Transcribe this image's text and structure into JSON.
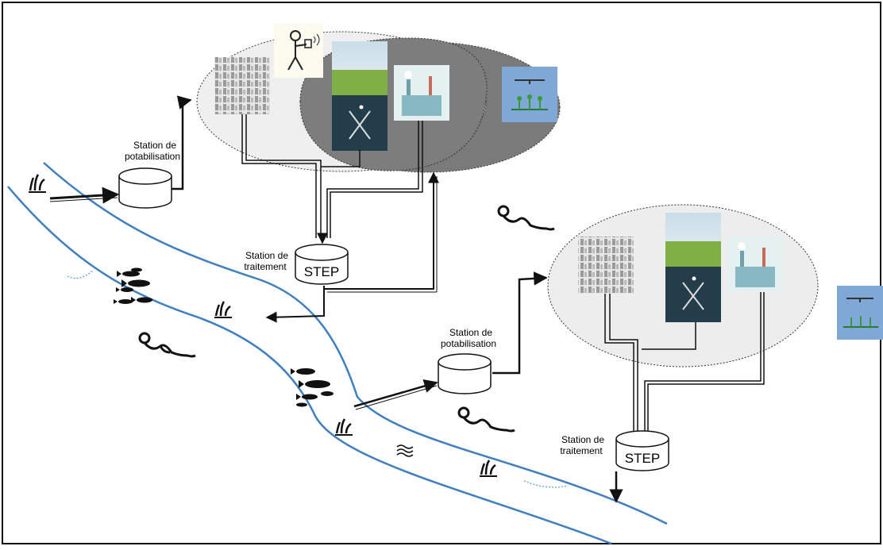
{
  "stations": {
    "potab_1": [
      "Station de",
      "potabilisation"
    ],
    "step_1_label": [
      "Station de",
      "traitement"
    ],
    "step_1_tank": "STEP",
    "potab_2": [
      "Station de",
      "potabilisation"
    ],
    "step_2_label": [
      "Station de",
      "traitement"
    ],
    "step_2_tank": "STEP"
  },
  "colors": {
    "river": "#3f7fbf",
    "dark_ellipse": "#7a7a7a",
    "light_ellipse": "#efefef",
    "irrigation_tile": "#7fa8d6",
    "golf_dark": "#243d4a"
  },
  "icons": [
    "aquatic-plant-icon",
    "fish-school-icon",
    "swimmer-icon",
    "wave-icon",
    "city-icon",
    "golf-course-icon",
    "factory-icon",
    "irrigation-icon",
    "person-with-tablet-icon"
  ]
}
